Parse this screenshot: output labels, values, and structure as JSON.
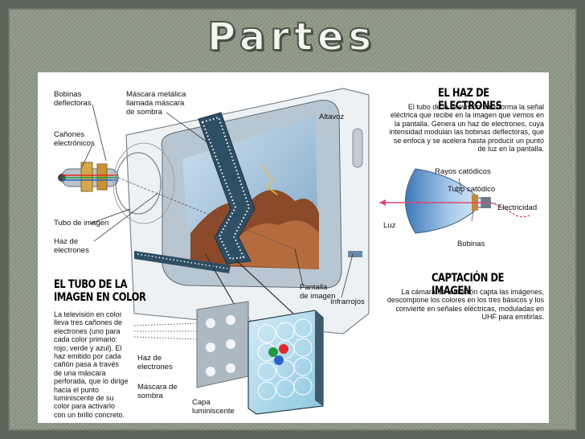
{
  "slide": {
    "title": "Partes"
  },
  "diagram": {
    "labels": {
      "bobinas": "Bobinas\ndeflectoras",
      "mascara_metalica": "Máscara metálica\nllamada máscara\nde sombra",
      "altavoz": "Altavoz",
      "canones": "Cañones\nelectrónicos",
      "tubo_imagen": "Tubo de imagen",
      "haz_electrones": "Haz de\nelectrones",
      "pantalla": "Pantalla\nde imagen",
      "infrarrojos": "Infrarrojos",
      "haz_electrones_2": "Haz de\nelectrones",
      "mascara_sombra": "Máscara de\nsombra",
      "capa": "Capa\nluminiscente"
    },
    "tubo_section": {
      "heading": "EL TUBO DE LA\nIMAGEN EN COLOR",
      "text": "La televisión en color\nlleva tres cañones de\nelectrones (uno para\ncada color primario:\nrojo, verde y azul). El\nhaz emitido por cada\ncañón pasa a través\nde una máscara\nperforada, que lo dirige\nhacia el punto\nluminiscente de su\ncolor para activarlo\ncon un brillo concreto."
    },
    "haz_section": {
      "heading": "EL HAZ DE ELECTRONES",
      "text": "El tubo de la televisión transforma la señal\neléctrica que recibe en la imagen que vemos en\nla pantalla. Genera un haz de electrones, cuya\nintensidad modulan las bobinas deflectoras, que\nse enfoca y se acelera hasta producir un punto\nde luz en la pantalla."
    },
    "tube_labels": {
      "rayos": "Rayos catódicos",
      "tubo_catodico": "Tubo catódico",
      "electricidad": "Electricidad",
      "luz": "Luz",
      "bobinas": "Bobinas"
    },
    "captacion_section": {
      "heading": "CAPTACIÓN DE IMAGEN",
      "text": "La cámara de televisión capta las imágenes,\ndescompone los colores en los tres básicos y los\nconvierte en señales eléctricas, moduladas en\nUHF para emitirlas."
    },
    "colors": {
      "tube_blue": "#9cc4e6",
      "mask_blue": "#2a5a78",
      "red": "#e02a2a",
      "green": "#1f9a3a",
      "blue": "#2a63c9",
      "beam_pink": "#e0447a"
    }
  }
}
